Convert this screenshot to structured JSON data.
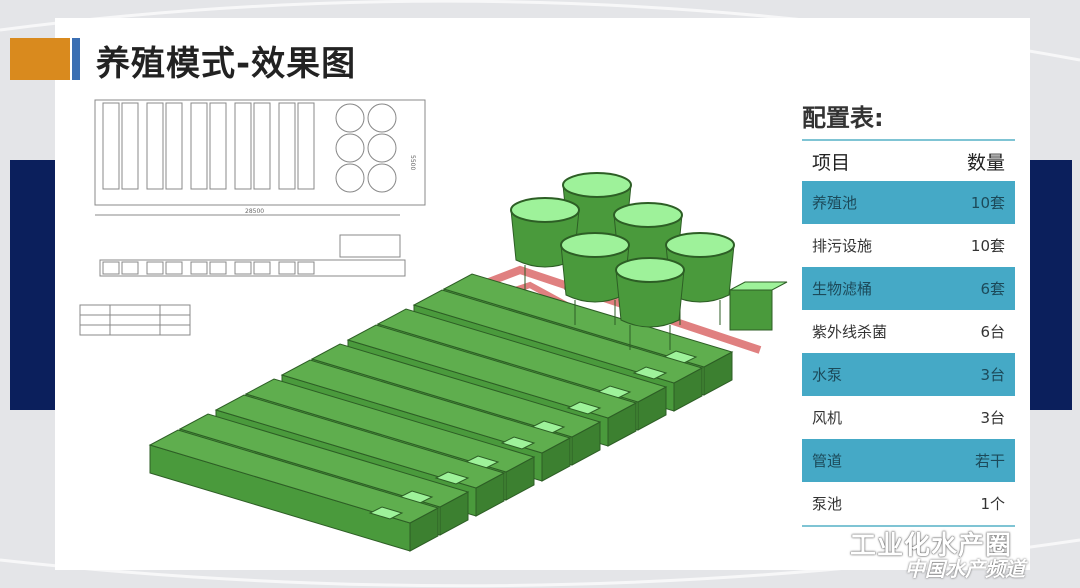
{
  "title": "养殖模式-效果图",
  "config": {
    "title": "配置表:",
    "header": {
      "item": "项目",
      "qty": "数量"
    },
    "rows": [
      {
        "item": "养殖池",
        "qty": "10套"
      },
      {
        "item": "排污设施",
        "qty": "10套"
      },
      {
        "item": "生物滤桶",
        "qty": "6套"
      },
      {
        "item": "紫外线杀菌",
        "qty": "6台"
      },
      {
        "item": "水泵",
        "qty": "3台"
      },
      {
        "item": "风机",
        "qty": "3台"
      },
      {
        "item": "管道",
        "qty": "若干"
      },
      {
        "item": "泵池",
        "qty": "1个"
      }
    ]
  },
  "drawing": {
    "dimension_length": "28500",
    "dimension_width": "5500",
    "trough_count": 10,
    "filter_count": 6
  },
  "watermark": {
    "line1": "工业化水产圈",
    "line2": "中国水产频道"
  },
  "colors": {
    "accent_orange": "#d98a1e",
    "accent_blue": "#3b6fb3",
    "navy": "#0b1f5c",
    "teal": "#45a9c6",
    "tank_green": "#4a9a3c",
    "water": "#9ef29a",
    "pipe": "#e08080"
  }
}
